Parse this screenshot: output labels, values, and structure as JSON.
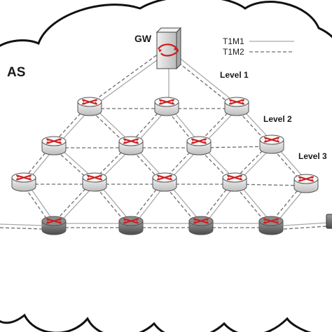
{
  "diagram": {
    "as_label": "AS",
    "gateway_label": "GW",
    "levels": [
      {
        "id": "L1",
        "label": "Level 1"
      },
      {
        "id": "L2",
        "label": "Level 2"
      },
      {
        "id": "L3",
        "label": "Level 3"
      }
    ],
    "legend": [
      {
        "id": "t1m1",
        "label": "T1M1",
        "line_style": "solid"
      },
      {
        "id": "t1m2",
        "label": "T1M2",
        "line_style": "dashed"
      }
    ],
    "colors": {
      "cloud_outline": "#111111",
      "link_solid": "#a9a9a9",
      "link_dashed": "#6e6e6e",
      "router_light": "#e6e6e6",
      "router_dark": "#7a7a7a",
      "arrow_red": "#cc1f1f",
      "server_body": "#dcdcdc"
    },
    "nodes": [
      {
        "id": "gw",
        "type": "gateway",
        "level": "GW"
      },
      {
        "id": "r1a",
        "type": "router",
        "level": "L1"
      },
      {
        "id": "r1b",
        "type": "router",
        "level": "L1"
      },
      {
        "id": "r1c",
        "type": "router",
        "level": "L1"
      },
      {
        "id": "r2a",
        "type": "router",
        "level": "L2"
      },
      {
        "id": "r2b",
        "type": "router",
        "level": "L2"
      },
      {
        "id": "r2c",
        "type": "router",
        "level": "L2"
      },
      {
        "id": "r2d",
        "type": "router",
        "level": "L2"
      },
      {
        "id": "r3a",
        "type": "router",
        "level": "L3"
      },
      {
        "id": "r3b",
        "type": "router",
        "level": "L3"
      },
      {
        "id": "r3c",
        "type": "router",
        "level": "L3"
      },
      {
        "id": "r3d",
        "type": "router",
        "level": "L3"
      },
      {
        "id": "r3e",
        "type": "router",
        "level": "L3"
      },
      {
        "id": "r4a",
        "type": "router-dark",
        "level": "L4"
      },
      {
        "id": "r4b",
        "type": "router-dark",
        "level": "L4"
      },
      {
        "id": "r4c",
        "type": "router-dark",
        "level": "L4"
      },
      {
        "id": "r4d",
        "type": "router-dark",
        "level": "L4"
      }
    ],
    "links": [
      [
        "gw",
        "r1a",
        "solid"
      ],
      [
        "gw",
        "r1b",
        "solid"
      ],
      [
        "gw",
        "r1c",
        "solid"
      ],
      [
        "gw",
        "r1a",
        "dashed"
      ],
      [
        "gw",
        "r1c",
        "dashed"
      ],
      [
        "r1a",
        "r1b",
        "dashed"
      ],
      [
        "r1b",
        "r1c",
        "dashed"
      ],
      [
        "r1a",
        "r2a",
        "solid"
      ],
      [
        "r1a",
        "r2b",
        "solid"
      ],
      [
        "r1b",
        "r2b",
        "solid"
      ],
      [
        "r1b",
        "r2c",
        "solid"
      ],
      [
        "r1c",
        "r2c",
        "solid"
      ],
      [
        "r1c",
        "r2d",
        "solid"
      ],
      [
        "r1a",
        "r2a",
        "dashed"
      ],
      [
        "r1a",
        "r2b",
        "dashed"
      ],
      [
        "r1b",
        "r2b",
        "dashed"
      ],
      [
        "r1b",
        "r2c",
        "dashed"
      ],
      [
        "r1c",
        "r2c",
        "dashed"
      ],
      [
        "r1c",
        "r2d",
        "dashed"
      ],
      [
        "r2a",
        "r2b",
        "dashed"
      ],
      [
        "r2b",
        "r2c",
        "dashed"
      ],
      [
        "r2c",
        "r2d",
        "dashed"
      ],
      [
        "r2a",
        "r3a",
        "solid"
      ],
      [
        "r2a",
        "r3b",
        "solid"
      ],
      [
        "r2b",
        "r3b",
        "solid"
      ],
      [
        "r2b",
        "r3c",
        "solid"
      ],
      [
        "r2c",
        "r3c",
        "solid"
      ],
      [
        "r2c",
        "r3d",
        "solid"
      ],
      [
        "r2d",
        "r3d",
        "solid"
      ],
      [
        "r2d",
        "r3e",
        "solid"
      ],
      [
        "r2a",
        "r3a",
        "dashed"
      ],
      [
        "r2a",
        "r3b",
        "dashed"
      ],
      [
        "r2b",
        "r3b",
        "dashed"
      ],
      [
        "r2b",
        "r3c",
        "dashed"
      ],
      [
        "r2c",
        "r3c",
        "dashed"
      ],
      [
        "r2c",
        "r3d",
        "dashed"
      ],
      [
        "r2d",
        "r3d",
        "dashed"
      ],
      [
        "r2d",
        "r3e",
        "dashed"
      ],
      [
        "r3a",
        "r3b",
        "dashed"
      ],
      [
        "r3b",
        "r3c",
        "dashed"
      ],
      [
        "r3c",
        "r3d",
        "dashed"
      ],
      [
        "r3d",
        "r3e",
        "dashed"
      ],
      [
        "r3a",
        "r4a",
        "solid"
      ],
      [
        "r3b",
        "r4a",
        "solid"
      ],
      [
        "r3b",
        "r4b",
        "solid"
      ],
      [
        "r3c",
        "r4b",
        "solid"
      ],
      [
        "r3c",
        "r4c",
        "solid"
      ],
      [
        "r3d",
        "r4c",
        "solid"
      ],
      [
        "r3d",
        "r4d",
        "solid"
      ],
      [
        "r3e",
        "r4d",
        "solid"
      ],
      [
        "r3a",
        "r4a",
        "dashed"
      ],
      [
        "r3b",
        "r4a",
        "dashed"
      ],
      [
        "r3b",
        "r4b",
        "dashed"
      ],
      [
        "r3c",
        "r4b",
        "dashed"
      ],
      [
        "r3c",
        "r4c",
        "dashed"
      ],
      [
        "r3d",
        "r4c",
        "dashed"
      ],
      [
        "r3d",
        "r4d",
        "dashed"
      ],
      [
        "r3e",
        "r4d",
        "dashed"
      ],
      [
        "r4a",
        "r4b",
        "solid"
      ],
      [
        "r4b",
        "r4c",
        "solid"
      ],
      [
        "r4c",
        "r4d",
        "solid"
      ],
      [
        "r4a",
        "r4b",
        "dashed"
      ],
      [
        "r4b",
        "r4c",
        "dashed"
      ],
      [
        "r4c",
        "r4d",
        "dashed"
      ]
    ]
  }
}
